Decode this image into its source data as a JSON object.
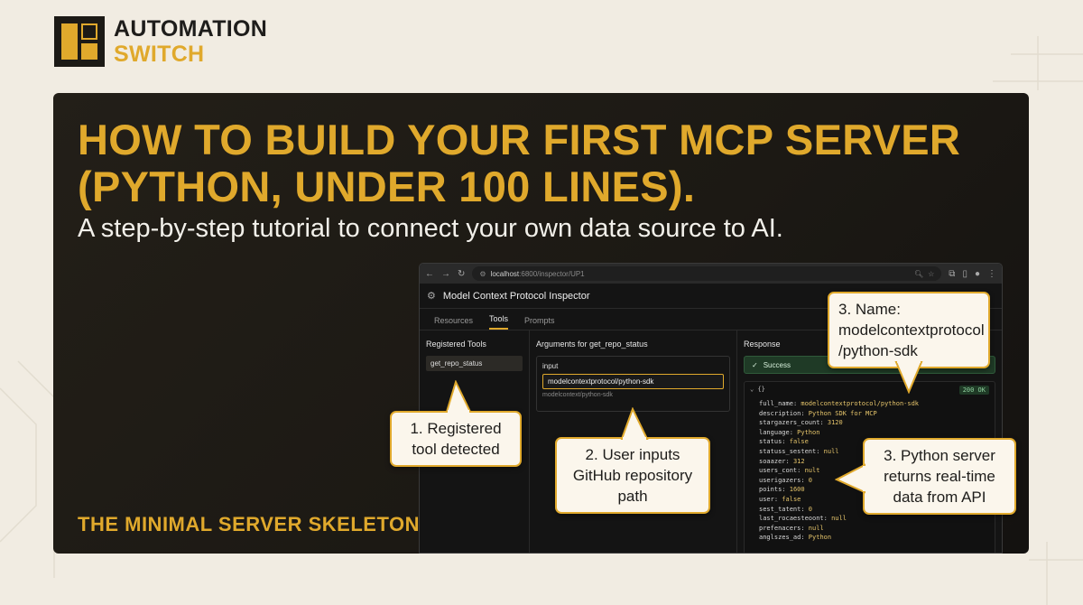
{
  "brand": {
    "line1": "AUTOMATION",
    "line2": "SWITCH"
  },
  "headline": "HOW TO BUILD YOUR FIRST MCP SERVER (PYTHON, UNDER 100 LINES).",
  "subline": "A step-by-step tutorial to connect your own data source to AI.",
  "section_label": "THE MINIMAL SERVER SKELETON",
  "browser": {
    "url_host": "localhost",
    "url_path": ":6800/inspector/UP1",
    "app_title": "Model Context Protocol Inspector",
    "tabs": [
      "Resources",
      "Tools",
      "Prompts"
    ],
    "active_tab": "Tools",
    "registered_tools_header": "Registered Tools",
    "tool_item": "get_repo_status",
    "arguments_header": "Arguments for get_repo_status",
    "input_label": "input",
    "input_value": "modelcontextprotocol/python-sdk",
    "input_hint": "modelcontext/python-sdk",
    "response_header": "Response",
    "success_text": "Success",
    "json_open": "{}",
    "status_badge": "200 OK",
    "json_lines": [
      {
        "k": "full_name",
        "v": "modelcontextprotocol/python-sdk"
      },
      {
        "k": "description",
        "v": "Python SDK for MCP"
      },
      {
        "k": "stargazers_count",
        "v": "3120"
      },
      {
        "k": "language",
        "v": "Python"
      },
      {
        "k": "status",
        "v": "false"
      },
      {
        "k": "statuss_sestent",
        "v": "null"
      },
      {
        "k": "soaazer",
        "v": "312"
      },
      {
        "k": "users_cont",
        "v": "nult"
      },
      {
        "k": "userigazers",
        "v": "0"
      },
      {
        "k": "points",
        "v": "1600"
      },
      {
        "k": "user",
        "v": "false"
      },
      {
        "k": "sest_tatent",
        "v": "0"
      },
      {
        "k": "last_rocaesteoont",
        "v": "null"
      },
      {
        "k": "prefenacers",
        "v": "null"
      },
      {
        "k": "anglszes_ad",
        "v": "Python"
      }
    ]
  },
  "callouts": {
    "c1": "1. Registered tool detected",
    "c2": "2. User inputs GitHub repository path",
    "c3a": "3. Name: modelcontextprotocol /python-sdk",
    "c3b": "3. Python server returns real-time data from API"
  },
  "colors": {
    "accent": "#e0a92c",
    "card_bg": "#1c1914",
    "page_bg": "#f1ece2"
  }
}
